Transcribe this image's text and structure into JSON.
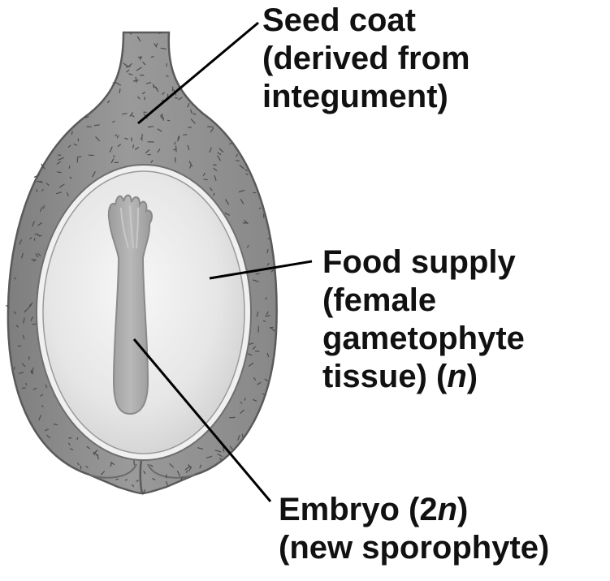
{
  "labels": {
    "seed_coat": {
      "line1": "Seed coat",
      "line2": "(derived from",
      "line3": "integument)"
    },
    "food_supply": {
      "line1": "Food supply",
      "line2": "(female",
      "line3": "gametophyte",
      "line4_pre": "tissue) (",
      "line4_italic": "n",
      "line4_post": ")"
    },
    "embryo": {
      "line1_pre": "Embryo (2",
      "line1_italic": "n",
      "line1_post": ")",
      "line2": "(new sporophyte)"
    }
  },
  "colors": {
    "seed_coat": "#8c8c8c",
    "seed_coat_edge": "#5a5a5a",
    "seed_coat_texture": "#4d4d4d",
    "food_supply": "#e4e4e4",
    "food_supply_highlight": "#f6f6f6",
    "embryo": "#a9a9a9",
    "embryo_edge": "#8a8a8a",
    "leader_line": "#000000",
    "text": "#111111"
  }
}
